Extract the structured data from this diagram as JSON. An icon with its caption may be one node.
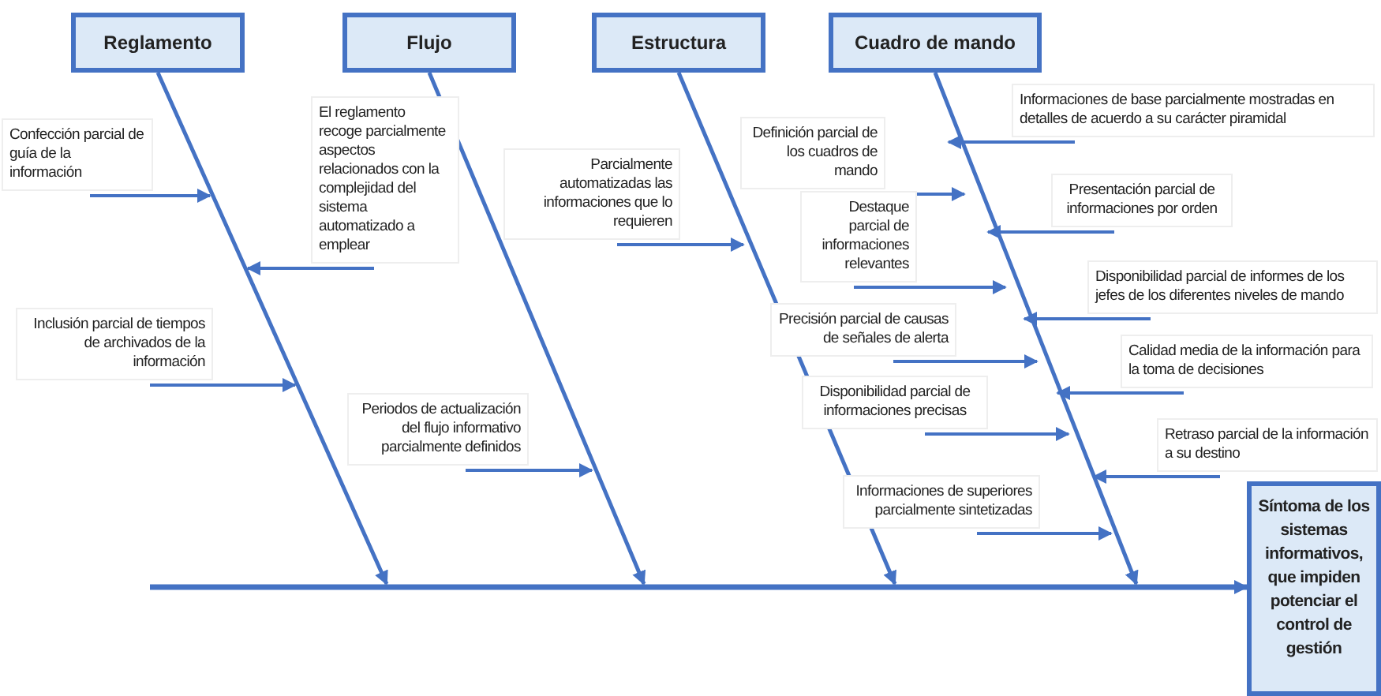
{
  "diagram": {
    "nodes": [
      {
        "text": [
          "Reglamento"
        ]
      },
      {
        "text": [
          "Flujo"
        ]
      },
      {
        "text": [
          "Estructura"
        ]
      },
      {
        "text": [
          "Cuadro de mando"
        ]
      },
      {
        "text": [
          "Confección parcial de guía de la información"
        ]
      },
      {
        "text": [
          "El reglamento recoge parcialmente aspectos relacionados con la complejidad del sistema automatizado a emplear"
        ]
      },
      {
        "text": [
          "Inclusión parcial de tiempos de archivados de la información"
        ]
      },
      {
        "text": [
          "Periodos de actualización del flujo informativo parcialmente definidos"
        ]
      },
      {
        "text": [
          "Parcialmente automatizadas las informaciones que lo requieren"
        ]
      },
      {
        "text": [
          "Informaciones de base parcialmente mostradas en detalles de acuerdo a su carácter piramidal"
        ]
      },
      {
        "text": [
          "Definición parcial de los cuadros de mando"
        ]
      },
      {
        "text": [
          "Presentación parcial de informaciones por orden"
        ]
      },
      {
        "text": [
          "Destaque parcial de informaciones relevantes"
        ]
      },
      {
        "text": [
          "Disponibilidad parcial de informes de los jefes de los diferentes niveles de mando"
        ]
      },
      {
        "text": [
          "Precisión parcial de causas de señales de alerta"
        ]
      },
      {
        "text": [
          "Calidad media de la información para la toma de decisiones"
        ]
      },
      {
        "text": [
          "Disponibilidad parcial de informaciones precisas"
        ]
      },
      {
        "text": [
          "Retraso parcial de la información a su destino"
        ]
      },
      {
        "text": [
          "Informaciones de superiores parcialmente sintetizadas"
        ]
      },
      {
        "text": [
          "Síntoma de los sistemas informativos, que impiden potenciar el control de gestión"
        ]
      }
    ],
    "edges": [
      {
        "from": 0,
        "to": null,
        "arrow": "to"
      },
      {
        "from": 1,
        "to": null,
        "arrow": "to"
      },
      {
        "from": 2,
        "to": null,
        "arrow": "to"
      },
      {
        "from": 3,
        "to": null,
        "arrow": "to"
      },
      {
        "from": null,
        "to": 19,
        "arrow": "to"
      },
      {
        "from": 4,
        "to": null,
        "arrow": "to"
      },
      {
        "from": 5,
        "to": null,
        "arrow": "to"
      },
      {
        "from": 6,
        "to": null,
        "arrow": "to"
      },
      {
        "from": 7,
        "to": null,
        "arrow": "to"
      },
      {
        "from": 8,
        "to": null,
        "arrow": "to"
      },
      {
        "from": 9,
        "to": null,
        "arrow": "to"
      },
      {
        "from": 10,
        "to": null,
        "arrow": "to"
      },
      {
        "from": 11,
        "to": null,
        "arrow": "to"
      },
      {
        "from": 12,
        "to": null,
        "arrow": "to"
      },
      {
        "from": 13,
        "to": null,
        "arrow": "to"
      },
      {
        "from": 14,
        "to": null,
        "arrow": "to"
      },
      {
        "from": 15,
        "to": null,
        "arrow": "to"
      },
      {
        "from": 16,
        "to": null,
        "arrow": "to"
      },
      {
        "from": 17,
        "to": null,
        "arrow": "to"
      },
      {
        "from": 18,
        "to": null,
        "arrow": "to"
      }
    ]
  }
}
